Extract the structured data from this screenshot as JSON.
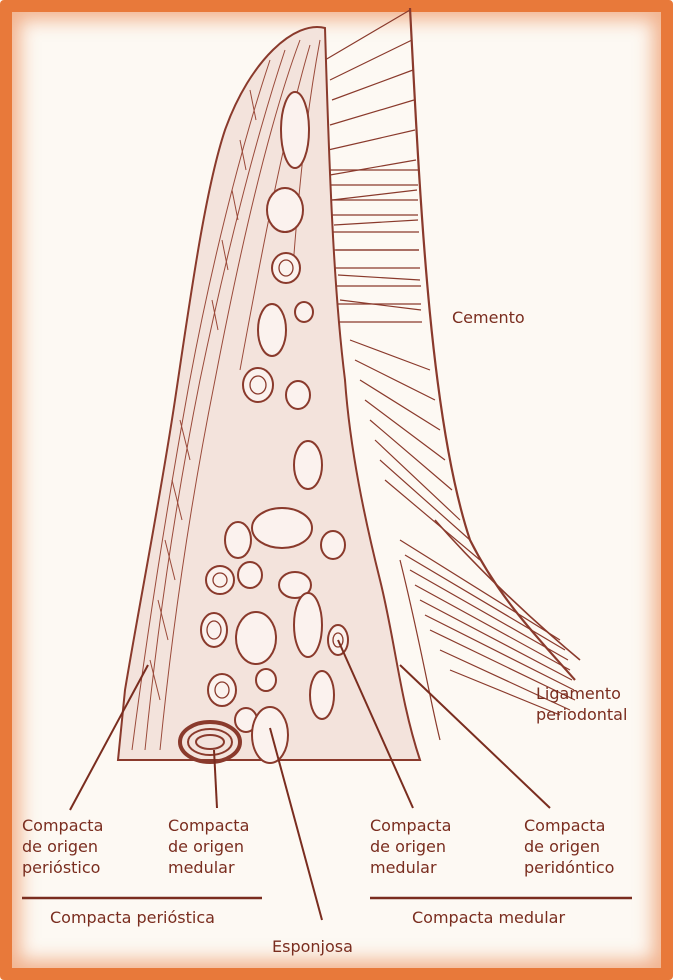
{
  "labels": {
    "cemento": "Cemento",
    "ligamento": "Ligamento\nperiodontal",
    "c1": "Compacta\nde origen\nperióstico",
    "c2": "Compacta\nde origen\nmedular",
    "c3": "Compacta\nde origen\nmedular",
    "c4": "Compacta\nde origen\nperidóntico",
    "group_left": "Compacta perióstica",
    "group_right": "Compacta medular",
    "esponjosa": "Esponjosa"
  },
  "colors": {
    "ink": "#7a2d1f",
    "bone_fill": "#f3e3dc",
    "frame": "#e8793a"
  }
}
